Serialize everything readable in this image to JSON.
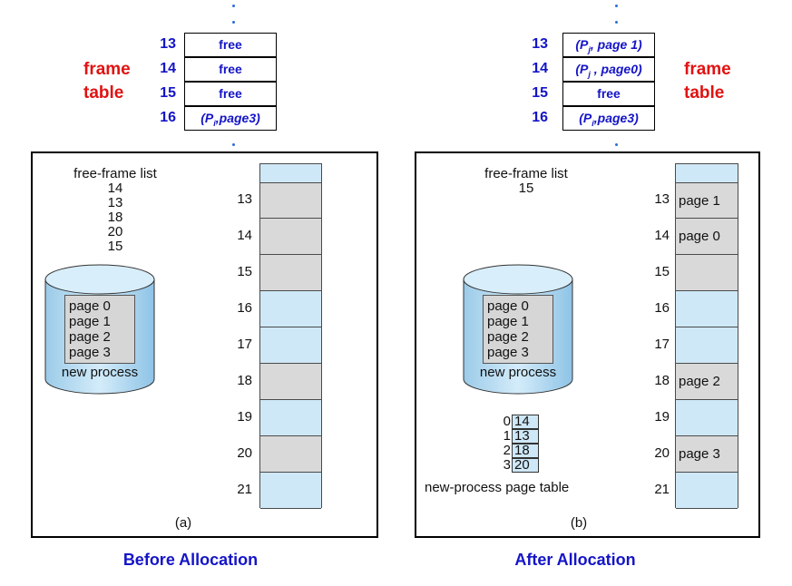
{
  "before": {
    "frame_table": {
      "label_line1": "frame",
      "label_line2": "table",
      "rows": [
        {
          "num": "13",
          "content": "free"
        },
        {
          "num": "14",
          "content": "free"
        },
        {
          "num": "15",
          "content": "free"
        },
        {
          "num": "16",
          "content_p": "(P",
          "content_sub": "i",
          "content_rest": ",page3)"
        }
      ]
    },
    "free_frame_list": {
      "title": "free-frame list",
      "items": [
        "14",
        "13",
        "18",
        "20",
        "15"
      ]
    },
    "disk_pages": [
      "page 0",
      "page 1",
      "page 2",
      "page 3"
    ],
    "disk_label": "new process",
    "memory": [
      {
        "frame": "13",
        "state": "used",
        "label": ""
      },
      {
        "frame": "14",
        "state": "used",
        "label": ""
      },
      {
        "frame": "15",
        "state": "used",
        "label": ""
      },
      {
        "frame": "16",
        "state": "free",
        "label": ""
      },
      {
        "frame": "17",
        "state": "free",
        "label": ""
      },
      {
        "frame": "18",
        "state": "used",
        "label": ""
      },
      {
        "frame": "19",
        "state": "free",
        "label": ""
      },
      {
        "frame": "20",
        "state": "used",
        "label": ""
      },
      {
        "frame": "21",
        "state": "free",
        "label": ""
      }
    ],
    "caption": "(a)",
    "heading": "Before Allocation"
  },
  "after": {
    "frame_table": {
      "label_line1": "frame",
      "label_line2": "table",
      "rows": [
        {
          "num": "13",
          "content_p": "(P",
          "content_sub": "j",
          "content_rest": ", page 1)"
        },
        {
          "num": "14",
          "content_p": "(P",
          "content_sub": "j",
          "content_rest": " , page0)"
        },
        {
          "num": "15",
          "content": "free"
        },
        {
          "num": "16",
          "content_p": "(P",
          "content_sub": "i",
          "content_rest": ",page3)"
        }
      ]
    },
    "free_frame_list": {
      "title": "free-frame list",
      "items": [
        "15"
      ]
    },
    "disk_pages": [
      "page 0",
      "page 1",
      "page 2",
      "page 3"
    ],
    "disk_label": "new process",
    "page_table": {
      "rows": [
        {
          "index": "0",
          "frame": "14"
        },
        {
          "index": "1",
          "frame": "13"
        },
        {
          "index": "2",
          "frame": "18"
        },
        {
          "index": "3",
          "frame": "20"
        }
      ],
      "label": "new-process page table"
    },
    "memory": [
      {
        "frame": "13",
        "state": "used",
        "label": "page 1"
      },
      {
        "frame": "14",
        "state": "used",
        "label": "page 0"
      },
      {
        "frame": "15",
        "state": "used",
        "label": ""
      },
      {
        "frame": "16",
        "state": "free",
        "label": ""
      },
      {
        "frame": "17",
        "state": "free",
        "label": ""
      },
      {
        "frame": "18",
        "state": "used",
        "label": "page 2"
      },
      {
        "frame": "19",
        "state": "free",
        "label": ""
      },
      {
        "frame": "20",
        "state": "used",
        "label": "page 3"
      },
      {
        "frame": "21",
        "state": "free",
        "label": ""
      }
    ],
    "caption": "(b)",
    "heading": "After Allocation"
  }
}
